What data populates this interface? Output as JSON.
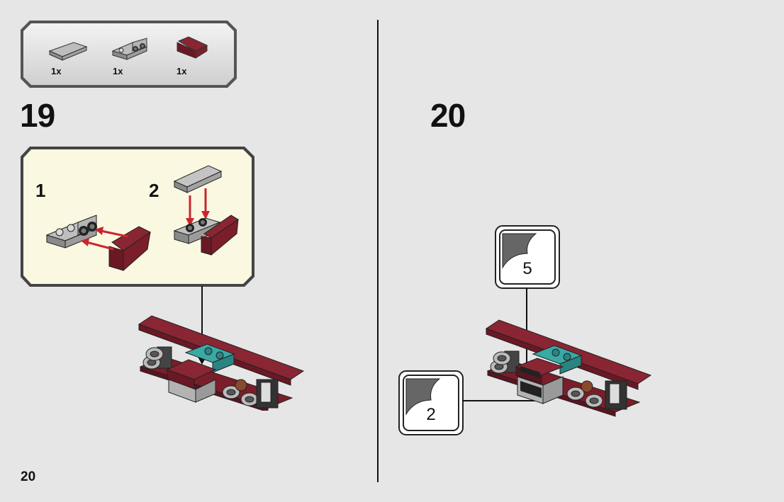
{
  "page": {
    "number": "20"
  },
  "parts_list": {
    "items": [
      {
        "icon": "grey-tile-2x4-icon",
        "quantity": "1x"
      },
      {
        "icon": "grey-bracket-plate-icon",
        "quantity": "1x"
      },
      {
        "icon": "dark-red-slope-icon",
        "quantity": "1x"
      }
    ]
  },
  "steps": [
    {
      "number": "19",
      "subassembly": {
        "substeps": [
          "1",
          "2"
        ]
      }
    },
    {
      "number": "20",
      "callouts": [
        {
          "icon": "sticker-icon",
          "label": "5"
        },
        {
          "icon": "sticker-icon",
          "label": "2"
        }
      ]
    }
  ],
  "colors": {
    "background": "#e6e6e6",
    "dark_red": "#7a1e2a",
    "teal": "#2e9a98",
    "grey": "#a9a9a9",
    "arrow_red": "#c8262e",
    "subassembly_bg": "#fbf8e2"
  }
}
